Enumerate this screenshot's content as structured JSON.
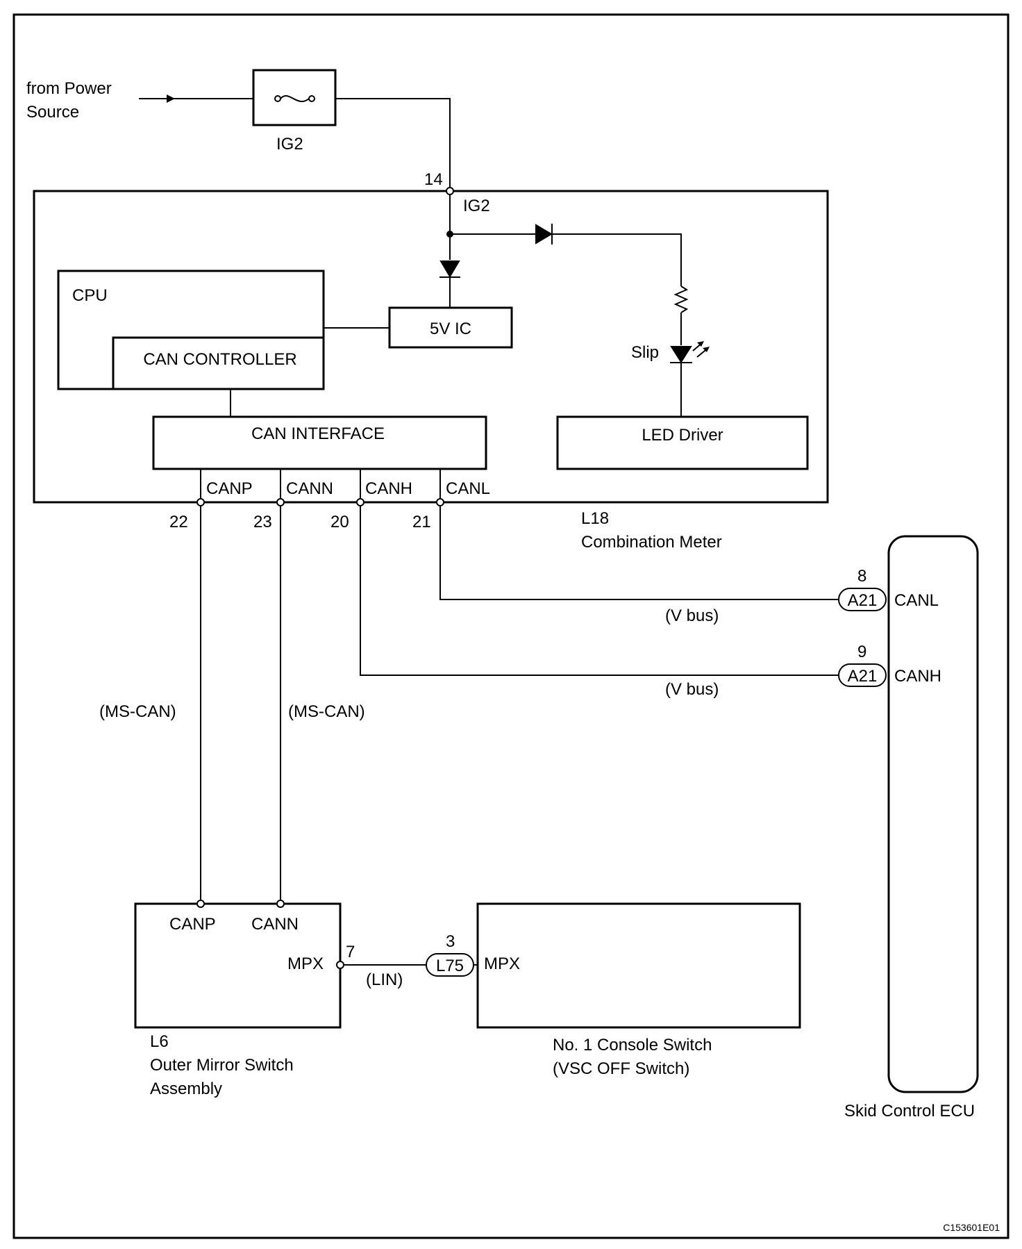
{
  "power_source": {
    "line1": "from Power",
    "line2": "Source"
  },
  "fuse": {
    "name": "IG2"
  },
  "combination_meter": {
    "code": "L18",
    "name": "Combination Meter",
    "pin_ig2": "14",
    "ig2_label": "IG2",
    "cpu_label": "CPU",
    "can_controller_label": "CAN CONTROLLER",
    "ic_label": "5V IC",
    "can_interface_label": "CAN INTERFACE",
    "led_driver_label": "LED Driver",
    "slip_label": "Slip",
    "pins": [
      {
        "name": "CANP",
        "number": "22"
      },
      {
        "name": "CANN",
        "number": "23"
      },
      {
        "name": "CANH",
        "number": "20"
      },
      {
        "name": "CANL",
        "number": "21"
      }
    ]
  },
  "skid_control_ecu": {
    "name": "Skid Control ECU",
    "canl": {
      "pin": "8",
      "connector": "A21",
      "label": "CANL",
      "bus": "(V bus)"
    },
    "canh": {
      "pin": "9",
      "connector": "A21",
      "label": "CANH",
      "bus": "(V bus)"
    }
  },
  "ms_can_labels": [
    "(MS-CAN)",
    "(MS-CAN)"
  ],
  "outer_mirror_switch": {
    "code": "L6",
    "line1": "Outer Mirror Switch",
    "line2": "Assembly",
    "canp_label": "CANP",
    "cann_label": "CANN",
    "mpx_label": "MPX",
    "mpx_pin": "7"
  },
  "lin_label": "(LIN)",
  "console_switch": {
    "line1": "No. 1 Console Switch",
    "line2": "(VSC OFF Switch)",
    "mpx_label": "MPX",
    "pin": "3",
    "connector": "L75"
  },
  "figure_code": "C153601E01"
}
